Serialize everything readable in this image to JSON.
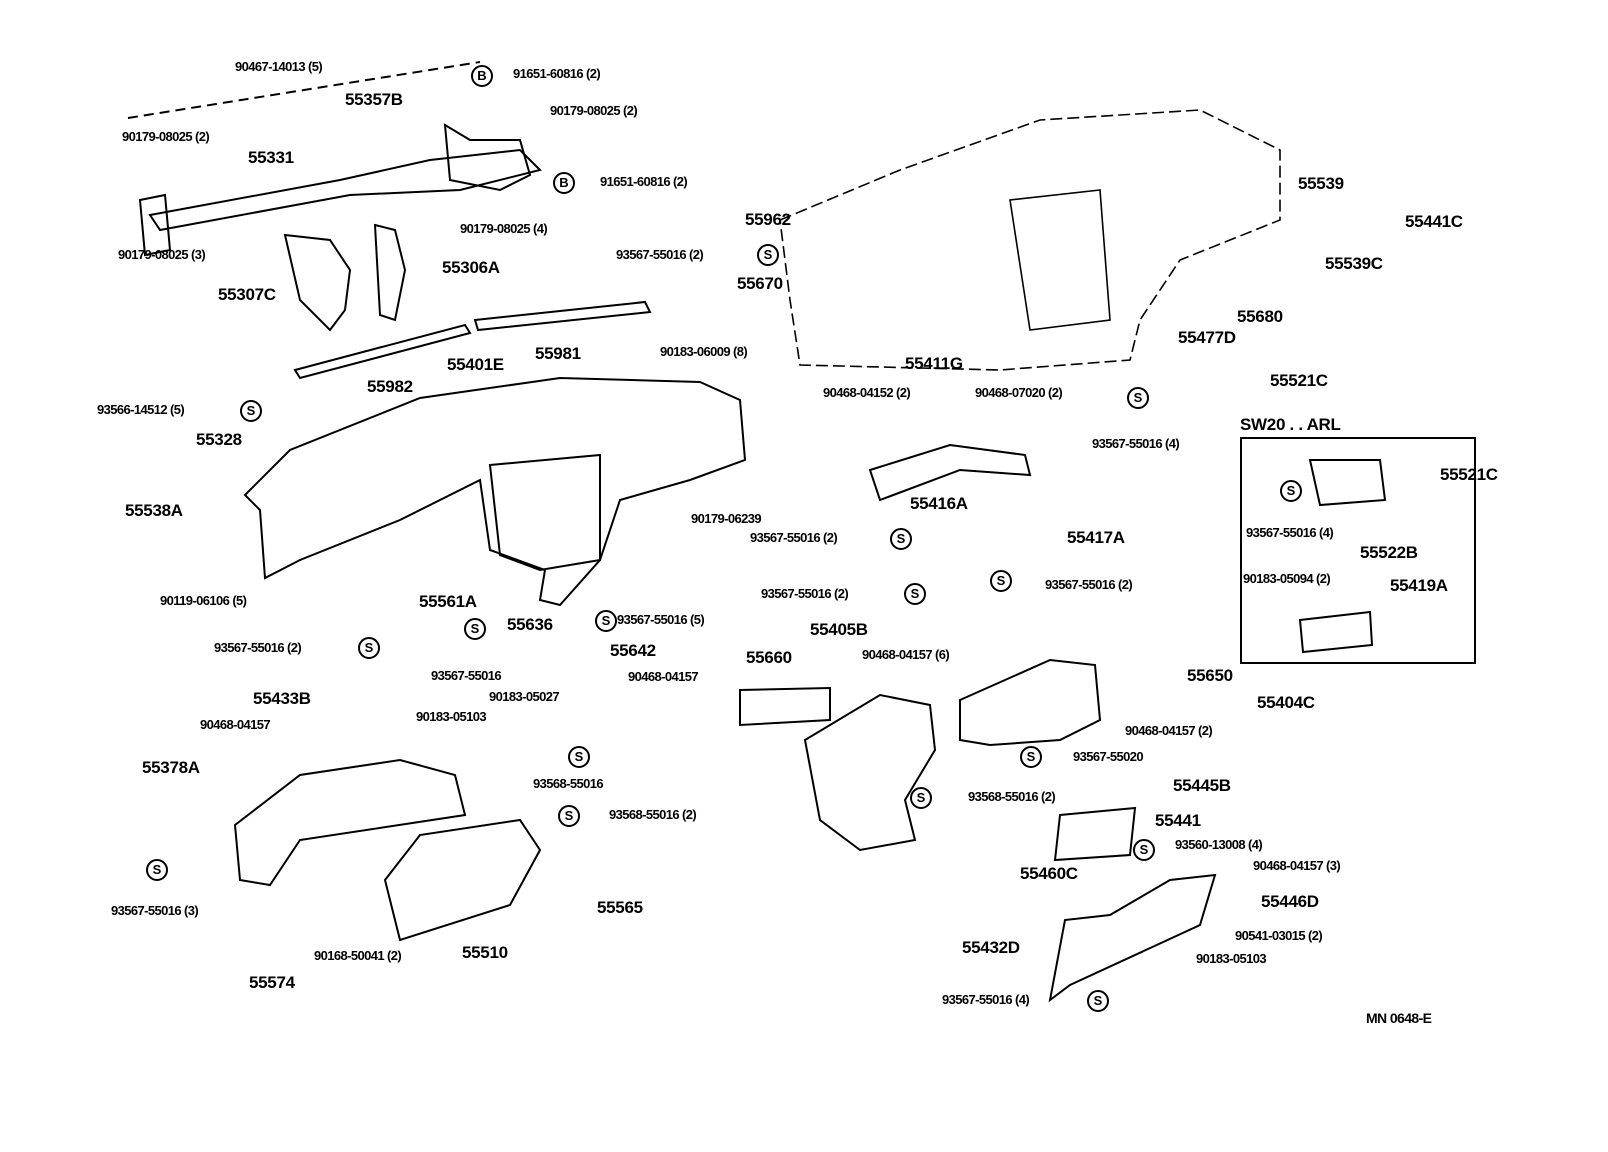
{
  "diagram_code": "MN 0648-E",
  "variant_box_title": "SW20 . . ARL",
  "markers": {
    "screw": "S",
    "bolt": "B"
  },
  "labels": [
    "90467-14013 (5)",
    "55357B",
    "91651-60816 (2)",
    "90179-08025 (2)",
    "90179-08025 (2)",
    "55331",
    "91651-60816 (2)",
    "90179-08025 (4)",
    "90179-08025 (3)",
    "55306A",
    "55307C",
    "55962",
    "93567-55016 (2)",
    "55670",
    "55539",
    "55441C",
    "55539C",
    "55680",
    "55477D",
    "55521C",
    "93567-55016 (4)",
    "55521C",
    "93567-55016 (4)",
    "55522B",
    "90183-05094 (2)",
    "55419A",
    "55981",
    "90183-06009 (8)",
    "55982",
    "55401E",
    "55411G",
    "90468-04152 (2)",
    "90468-07020 (2)",
    "93566-14512 (5)",
    "55328",
    "55538A",
    "90179-06239",
    "55416A",
    "55417A",
    "93567-55016 (2)",
    "93567-55016 (2)",
    "93567-55016 (2)",
    "90119-06106 (5)",
    "55561A",
    "55636",
    "93567-55016 (5)",
    "93567-55016 (2)",
    "93567-55016",
    "55642",
    "90468-04157",
    "55405B",
    "55660",
    "90468-04157 (6)",
    "55650",
    "55404C",
    "55433B",
    "90468-04157",
    "90183-05027",
    "90183-05103",
    "55378A",
    "93568-55016",
    "90468-04157 (2)",
    "93567-55020",
    "55445B",
    "93568-55016 (2)",
    "93568-55016 (2)",
    "55441",
    "93560-13008 (4)",
    "90468-04157 (3)",
    "55460C",
    "55446D",
    "93567-55016 (3)",
    "55565",
    "90541-03015 (2)",
    "55432D",
    "90183-05103",
    "55510",
    "90168-50041 (2)",
    "55574",
    "93567-55016 (4)"
  ]
}
